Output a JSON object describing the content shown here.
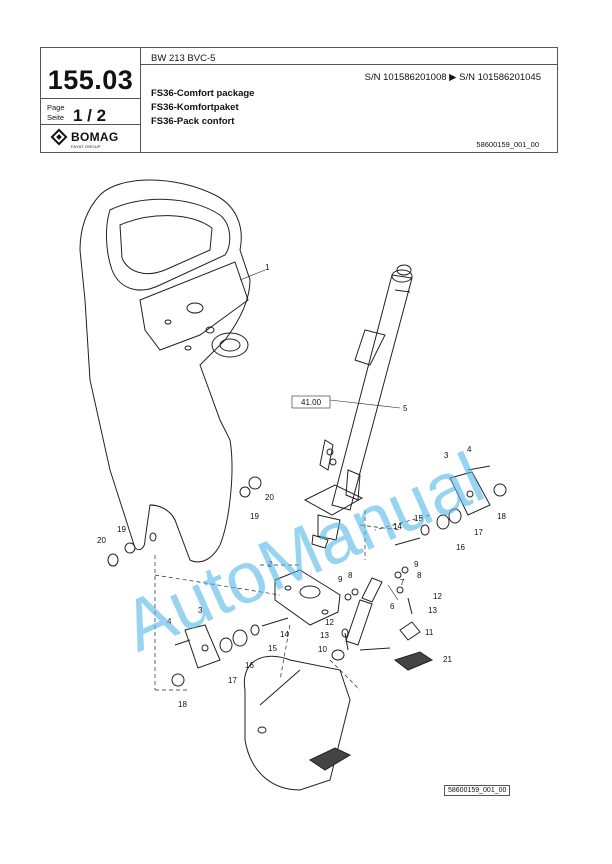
{
  "header": {
    "model": "BW 213 BVC-5",
    "serial_range": "S/N 101586201008  ▶  S/N 101586201045",
    "page_number": "155.03",
    "page_label_en": "Page",
    "page_label_de": "Seite",
    "page_value": "1 / 2",
    "brand": "BOMAG",
    "brand_sub": "FAYAT GROUP",
    "titles": [
      "FS36-Comfort package",
      "FS36-Komfortpaket",
      "FS36-Pack confort"
    ],
    "doc_ref": "58600159_001_00"
  },
  "diagram": {
    "ref_box": "41.00",
    "callouts": {
      "c1": "1",
      "c2": "2",
      "c3a": "3",
      "c3b": "3",
      "c4a": "4",
      "c4b": "4",
      "c5": "5",
      "c6": "6",
      "c7": "7",
      "c8a": "8",
      "c8b": "8",
      "c9a": "9",
      "c9b": "9",
      "c10": "10",
      "c11": "11",
      "c12a": "12",
      "c12b": "12",
      "c13a": "13",
      "c13b": "13",
      "c14a": "14",
      "c14b": "14",
      "c15a": "15",
      "c15b": "15",
      "c16a": "16",
      "c16b": "16",
      "c17a": "17",
      "c17b": "17",
      "c18a": "18",
      "c18b": "18",
      "c19a": "19",
      "c19b": "19",
      "c20a": "20",
      "c20b": "20",
      "c21": "21"
    },
    "watermark": "AutoManual",
    "footer_ref": "58600159_001_00"
  }
}
